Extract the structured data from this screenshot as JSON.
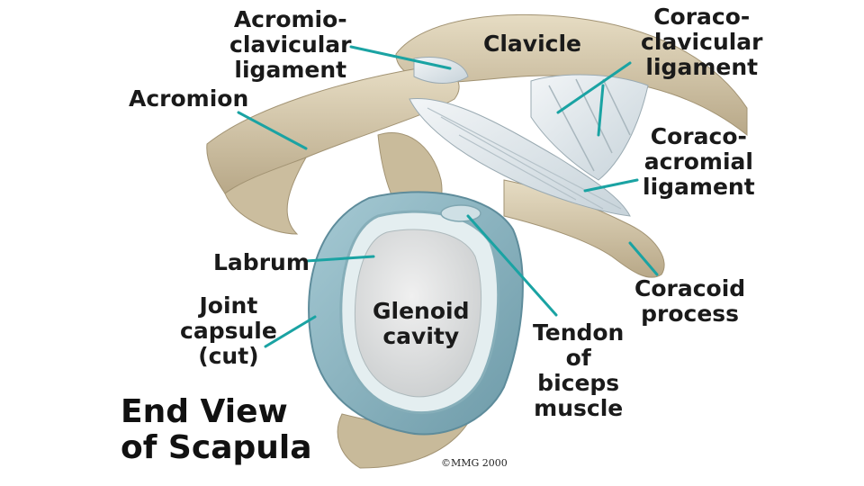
{
  "labels": {
    "acromioclavicular_ligament": "Acromio-\nclavicular\nligament",
    "clavicle": "Clavicle",
    "coracoclavicular_ligament": "Coraco-\nclavicular\nligament",
    "acromion": "Acromion",
    "coracoacromial_ligament": "Coraco-\nacromial\nligament",
    "labrum": "Labrum",
    "joint_capsule": "Joint\ncapsule\n(cut)",
    "glenoid_cavity": "Glenoid\ncavity",
    "tendon_biceps": "Tendon\nof\nbiceps\nmuscle",
    "coracoid_process": "Coracoid\nprocess"
  },
  "title": "End View\nof Scapula",
  "copyright": "©MMG 2000",
  "colors": {
    "bone": "#d9ccb0",
    "bone_shadow": "#b9a98b",
    "ligament": "#dfe6ea",
    "capsule": "#8fb9c6",
    "capsule_dark": "#6f9fae",
    "labrum": "#e6eef0",
    "cavity": "#e4e4e4",
    "leader": "#1aa3a3"
  }
}
